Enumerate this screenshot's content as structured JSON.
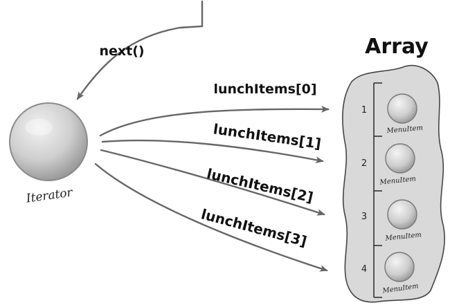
{
  "method_label": "next()",
  "iterator_label": "Iterator",
  "array_title": "Array",
  "item_label": "MenuItem",
  "slots": [
    {
      "index": "1"
    },
    {
      "index": "2"
    },
    {
      "index": "3"
    },
    {
      "index": "4"
    }
  ],
  "accesses": [
    {
      "label": "lunchItems[0]"
    },
    {
      "label": "lunchItems[1]"
    },
    {
      "label": "lunchItems[2]"
    },
    {
      "label": "lunchItems[3]"
    }
  ],
  "colors": {
    "ball_light": "#e4e4e4",
    "ball_dark": "#9a9a9a",
    "array_fill": "#d8d8d8",
    "arrow": "#666666"
  }
}
